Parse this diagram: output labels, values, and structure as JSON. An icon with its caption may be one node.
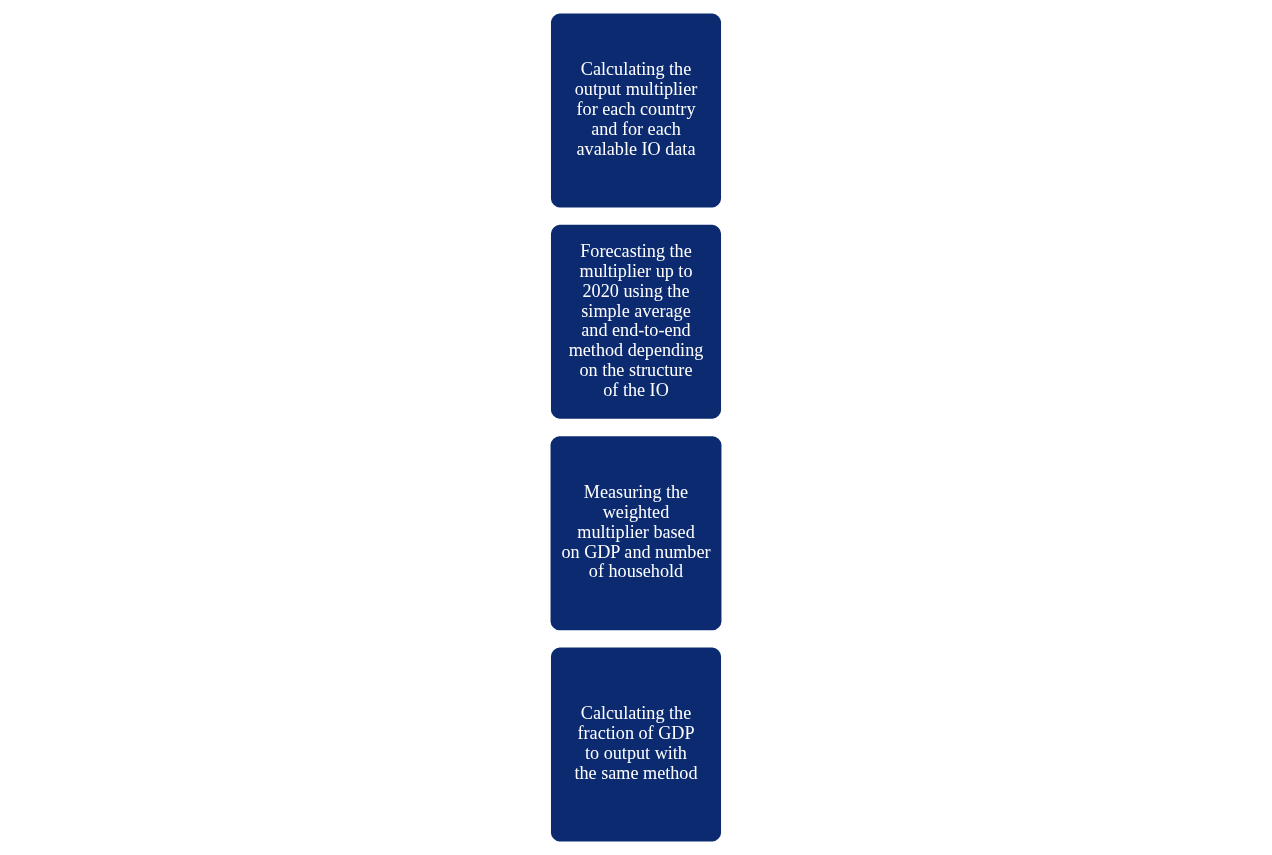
{
  "diagram": {
    "nodes": [
      {
        "text": [
          "Calculating the output multiplier for each country and for each avalable IO data"
        ]
      },
      {
        "text": [
          "Forecasting the multiplier up to 2020 using the simple average and end-to-end method depending on the structure of the IO"
        ]
      },
      {
        "text": [
          "Measuring the weighted multiplier based on GDP and number of household"
        ]
      },
      {
        "text": [
          "Calculating the fraction of GDP to output with the same method"
        ]
      }
    ]
  }
}
